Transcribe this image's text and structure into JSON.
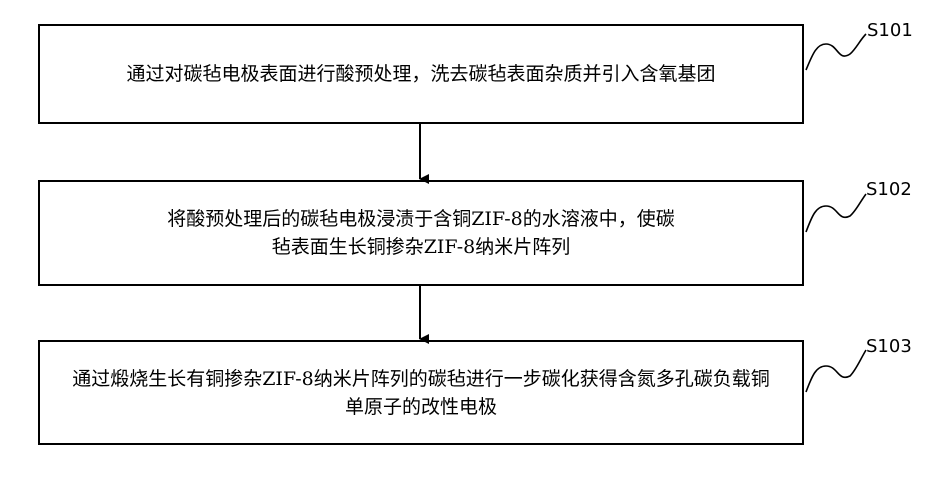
{
  "steps": [
    {
      "id": "S101",
      "text": "通过对碳毡电极表面进行酸预处理，洗去碳毡表面杂质并引入含氧基团"
    },
    {
      "id": "S102",
      "text": "将酸预处理后的碳毡电极浸渍于含铜ZIF-8的水溶液中，使碳毡表面生长铜掺杂ZIF-8纳米片阵列"
    },
    {
      "id": "S103",
      "text": "通过煅烧生长有铜掺杂ZIF-8纳米片阵列的碳毡进行一步碳化获得含氮多孔碳负载铜单原子的改性电极"
    }
  ]
}
